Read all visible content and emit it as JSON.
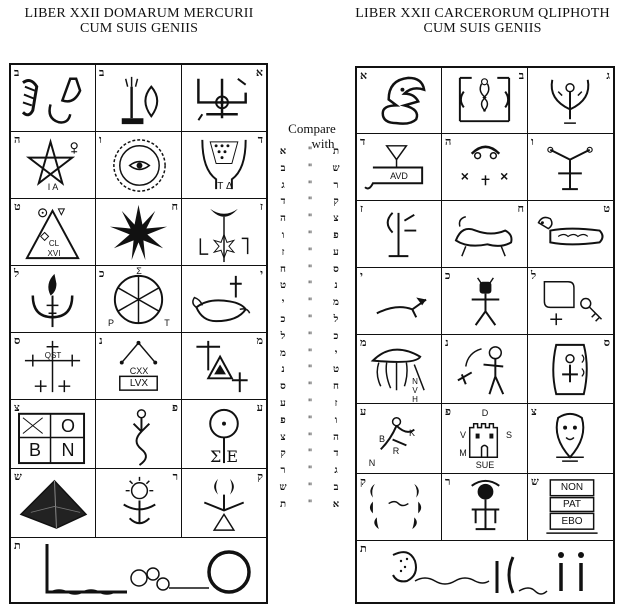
{
  "left_title": {
    "line1": "LIBER XXII DOMARUM MERCURII",
    "line2": "CUM SUIS GENIIS"
  },
  "right_title": {
    "line1": "LIBER XXII CARCERORUM QLIPHOTH",
    "line2": "CUM SUIS GENIIS"
  },
  "compare": {
    "line1": "Compare",
    "line2": "with"
  },
  "left_cells": [
    {
      "letter": "ב"
    },
    {
      "letter": "ב"
    },
    {
      "letter": "א"
    },
    {
      "letter": "ה"
    },
    {
      "letter": "ו"
    },
    {
      "letter": "ד"
    },
    {
      "letter": "ט"
    },
    {
      "letter": "ח"
    },
    {
      "letter": "ז"
    },
    {
      "letter": "ל"
    },
    {
      "letter": "כ"
    },
    {
      "letter": "י"
    },
    {
      "letter": "ס"
    },
    {
      "letter": "נ"
    },
    {
      "letter": "מ"
    },
    {
      "letter": "צ"
    },
    {
      "letter": "פ"
    },
    {
      "letter": "ע"
    },
    {
      "letter": "ש"
    },
    {
      "letter": "ר"
    },
    {
      "letter": "ק"
    },
    {
      "letter": "ת"
    }
  ],
  "left_sigil_texts": {
    "pentagram": "I  A",
    "pillar": "T Δ",
    "triangle": "CL XVI",
    "wheel_p": "P",
    "wheel_t": "T",
    "wheel_s": "Σ",
    "cross_label": "QST",
    "cxx": "CXX",
    "lvx": "LVX",
    "o": "O",
    "b": "B",
    "n": "N",
    "sigma_e": "Σ E"
  },
  "right_cells": [
    {
      "letter": "א"
    },
    {
      "letter": "ב"
    },
    {
      "letter": "ג"
    },
    {
      "letter": "ד"
    },
    {
      "letter": "ה"
    },
    {
      "letter": "ו"
    },
    {
      "letter": "ז"
    },
    {
      "letter": "ח"
    },
    {
      "letter": "ט"
    },
    {
      "letter": "י"
    },
    {
      "letter": "כ"
    },
    {
      "letter": "ל"
    },
    {
      "letter": "מ"
    },
    {
      "letter": "נ"
    },
    {
      "letter": "ס"
    },
    {
      "letter": "ע"
    },
    {
      "letter": "פ"
    },
    {
      "letter": "צ"
    },
    {
      "letter": "ק"
    },
    {
      "letter": "ר"
    },
    {
      "letter": "ש"
    },
    {
      "letter": "ת"
    }
  ],
  "right_sigil_texts": {
    "avd": "AVD",
    "nvh": "N V H",
    "k": "K",
    "b": "B",
    "r": "R",
    "nn": "N",
    "d": "D",
    "v": "V",
    "s": "S",
    "m": "M",
    "sue": "SUE",
    "non": "NON",
    "pat": "PAT",
    "ebo": "EBO"
  },
  "col_left": [
    "א",
    "ב",
    "ג",
    "ד",
    "ה",
    "ו",
    "ז",
    "ח",
    "ט",
    "י",
    "כ",
    "ל",
    "מ",
    "נ",
    "ס",
    "ע",
    "פ",
    "צ",
    "ק",
    "ר",
    "ש",
    "ת"
  ],
  "col_mid": [
    "\"",
    "\"",
    "\"",
    "\"",
    "\"",
    "\"",
    "\"",
    "\"",
    "\"",
    "\"",
    "\"",
    "\"",
    "\"",
    "\"",
    "\"",
    "\"",
    "\"",
    "\"",
    "\"",
    "\"",
    "\"",
    "\""
  ],
  "col_right": [
    "ת",
    "ש",
    "ר",
    "ק",
    "צ",
    "פ",
    "ע",
    "ס",
    "נ",
    "מ",
    "ל",
    "כ",
    "י",
    "ט",
    "ח",
    "ז",
    "ו",
    "ה",
    "ד",
    "ג",
    "ב",
    "א"
  ]
}
